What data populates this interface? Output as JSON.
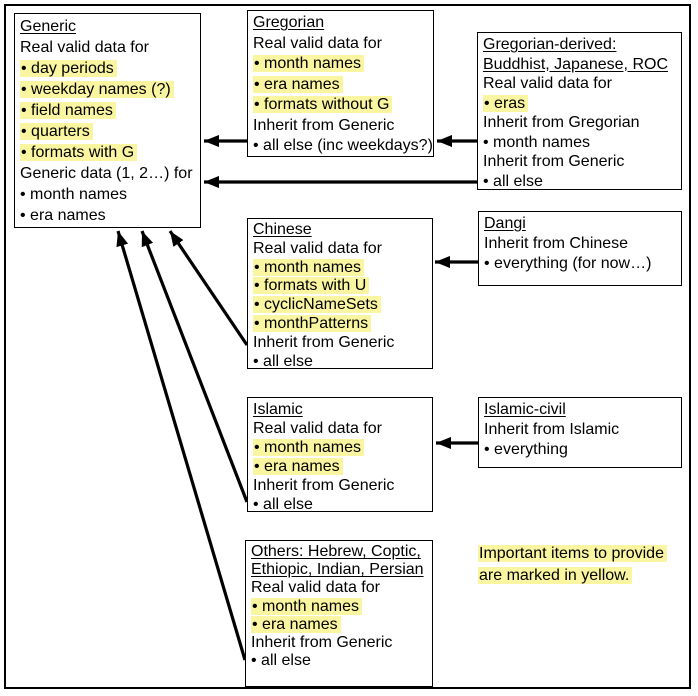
{
  "colors": {
    "highlight": "#FAF5A0",
    "line": "#000000",
    "background": "#FFFFFF"
  },
  "boxes": {
    "generic": {
      "title": "Generic",
      "lines": [
        "Real valid data for",
        "• day periods",
        "• weekday names (?)",
        "• field names",
        "• quarters",
        "• formats with G",
        "Generic data (1, 2…) for",
        "• month names",
        "• era names"
      ]
    },
    "gregorian": {
      "title": "Gregorian",
      "lines": [
        "Real valid data for",
        "• month names",
        "• era names",
        "• formats without G",
        "Inherit from Generic",
        "• all else (inc weekdays?)"
      ]
    },
    "gregorian_derived": {
      "title1": "Gregorian-derived:",
      "title2": "Buddhist, Japanese, ROC",
      "lines": [
        "Real valid data for",
        "• eras",
        "Inherit from Gregorian",
        "• month names",
        "Inherit from Generic",
        "• all else"
      ]
    },
    "chinese": {
      "title": "Chinese",
      "lines": [
        "Real valid data for",
        "• month names",
        "• formats with U",
        "• cyclicNameSets",
        "• monthPatterns",
        "Inherit from Generic",
        "• all else"
      ]
    },
    "dangi": {
      "title": "Dangi",
      "lines": [
        "Inherit from Chinese",
        "• everything (for now…)"
      ]
    },
    "islamic": {
      "title": "Islamic",
      "lines": [
        "Real valid data for",
        "• month names",
        "• era names",
        "Inherit from Generic",
        "• all else"
      ]
    },
    "islamic_civil": {
      "title": "Islamic-civil",
      "lines": [
        "Inherit from Islamic",
        "• everything"
      ]
    },
    "others": {
      "title1": "Others: Hebrew, Coptic,",
      "title2": "Ethiopic, Indian, Persian",
      "lines": [
        "Real valid data for",
        "• month names",
        "• era names",
        "Inherit from Generic",
        "• all else"
      ]
    }
  },
  "note": {
    "line1": "Important items to provide",
    "line2": "are marked in yellow."
  },
  "arrows": [
    {
      "from": "gregorian",
      "to": "generic"
    },
    {
      "from": "gregorian_derived",
      "to": "gregorian"
    },
    {
      "from": "gregorian_derived",
      "to": "generic"
    },
    {
      "from": "dangi",
      "to": "chinese"
    },
    {
      "from": "islamic_civil",
      "to": "islamic"
    },
    {
      "from": "chinese",
      "to": "generic"
    },
    {
      "from": "islamic",
      "to": "generic"
    },
    {
      "from": "others",
      "to": "generic"
    }
  ]
}
